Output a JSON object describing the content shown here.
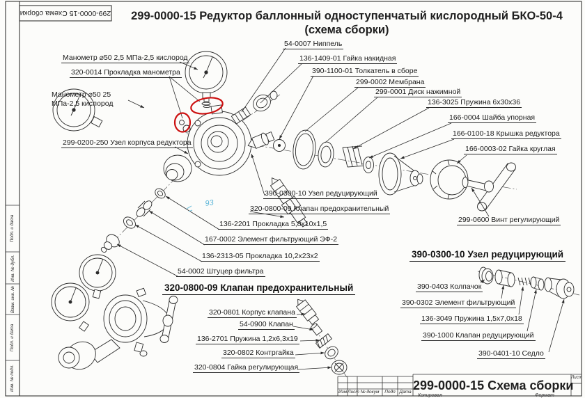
{
  "page": {
    "corner_label": "299-0000-15 Схема сборки",
    "title_line1": "299-0000-15 Редуктор баллонный одноступенчатый кислородный БКО-50-4",
    "title_line2": "(схема сборки)"
  },
  "frame_stamps": {
    "cells": [
      {
        "text": "Подп. и дата"
      },
      {
        "text": "Инв. № дубл."
      },
      {
        "text": "Взам. инв. №"
      },
      {
        "text": "Подп. и дата"
      },
      {
        "text": "Инв. № подл."
      }
    ]
  },
  "callouts": [
    {
      "text": "Манометр ⌀50 2,5 МПа-2,5 кислород"
    },
    {
      "text": "320-0014 Прокладка манометра"
    },
    {
      "text": "Манометр ⌀50 25 МПа-2,5 кислород"
    },
    {
      "text": "299-0200-250 Узел корпуса редуктора"
    },
    {
      "text": "54-0007 Ниппель"
    },
    {
      "text": "136-1409-01 Гайка накидная"
    },
    {
      "text": "390-1100-01 Толкатель в сборе"
    },
    {
      "text": "299-0002 Мембрана"
    },
    {
      "text": "299-0001 Диск нажимной"
    },
    {
      "text": "136-3025 Пружина 6х30х36"
    },
    {
      "text": "166-0004 Шайба упорная"
    },
    {
      "text": "166-0100-18 Крышка редуктора"
    },
    {
      "text": "166-0003-02 Гайка круглая"
    },
    {
      "text": "299-0600 Винт регулирующий"
    },
    {
      "text": "390-0300-10 Узел редуцирующий"
    },
    {
      "text": "320-0800-09 Клапан предохранительный"
    },
    {
      "text": "136-2201 Прокладка 5,8х10х1,5"
    },
    {
      "text": "167-0002 Элемент фильтрующий ЭФ-2"
    },
    {
      "text": "136-2313-05 Прокладка 10,2х23х2"
    },
    {
      "text": "54-0002 Штуцер фильтра"
    }
  ],
  "sections": {
    "safety_valve": {
      "heading": "320-0800-09 Клапан предохранительный",
      "items": [
        {
          "text": "320-0801 Корпус клапана"
        },
        {
          "text": "54-0900 Клапан"
        },
        {
          "text": "136-2701 Пружина 1,2х6,3х19"
        },
        {
          "text": "320-0802 Контргайка"
        },
        {
          "text": "320-0804 Гайка регулирующая"
        }
      ]
    },
    "reducer_unit": {
      "heading": "390-0300-10 Узел редуцирующий",
      "items": [
        {
          "text": "390-0403 Колпачок"
        },
        {
          "text": "390-0302 Элемент фильтрующий"
        },
        {
          "text": "136-3049 Пружина 1,5х7,0х18"
        },
        {
          "text": "390-1000 Клапан редуцирующий"
        },
        {
          "text": "390-0401-10 Седло"
        }
      ]
    }
  },
  "title_block": {
    "doc_title": "299-0000-15 Схема сборки",
    "rev_columns": [
      {
        "text": "Изм"
      },
      {
        "text": "Лист"
      },
      {
        "text": "№ докум"
      },
      {
        "text": "Подп"
      },
      {
        "text": "Дата"
      }
    ],
    "sheet_label": "Лист",
    "footer_copy": "Копировал",
    "footer_format": "Формат"
  },
  "annotations": {
    "note_mark": "93"
  },
  "colors": {
    "highlight_red": "#cc1010",
    "ink": "#2b2b2b",
    "note_blue": "#5ab5d8"
  }
}
